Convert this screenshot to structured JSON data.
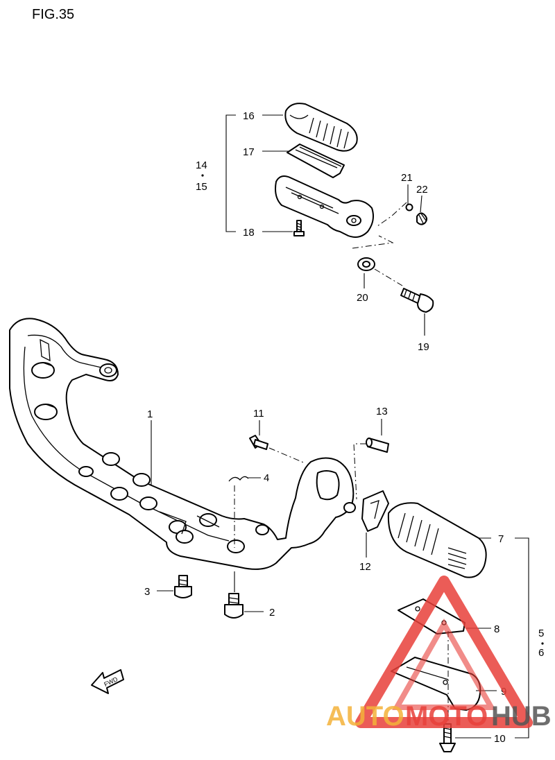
{
  "figure": {
    "title": "FIG.35"
  },
  "callouts": {
    "c1": "1",
    "c2": "2",
    "c3": "3",
    "c4": "4",
    "c5": "5",
    "c6": "6",
    "c7": "7",
    "c8": "8",
    "c9": "9",
    "c10": "10",
    "c11": "11",
    "c12": "12",
    "c13": "13",
    "c14": "14",
    "c15": "15",
    "c16": "16",
    "c17": "17",
    "c18": "18",
    "c19": "19",
    "c20": "20",
    "c21": "21",
    "c22": "22"
  },
  "direction_marker": {
    "label": "FWD"
  },
  "watermark": {
    "part_a": "AUTO",
    "part_b": "MOTO",
    "part_c": "HUB",
    "color_a": "#f3b23a",
    "color_b": "#e8403a",
    "color_c": "#555555"
  }
}
